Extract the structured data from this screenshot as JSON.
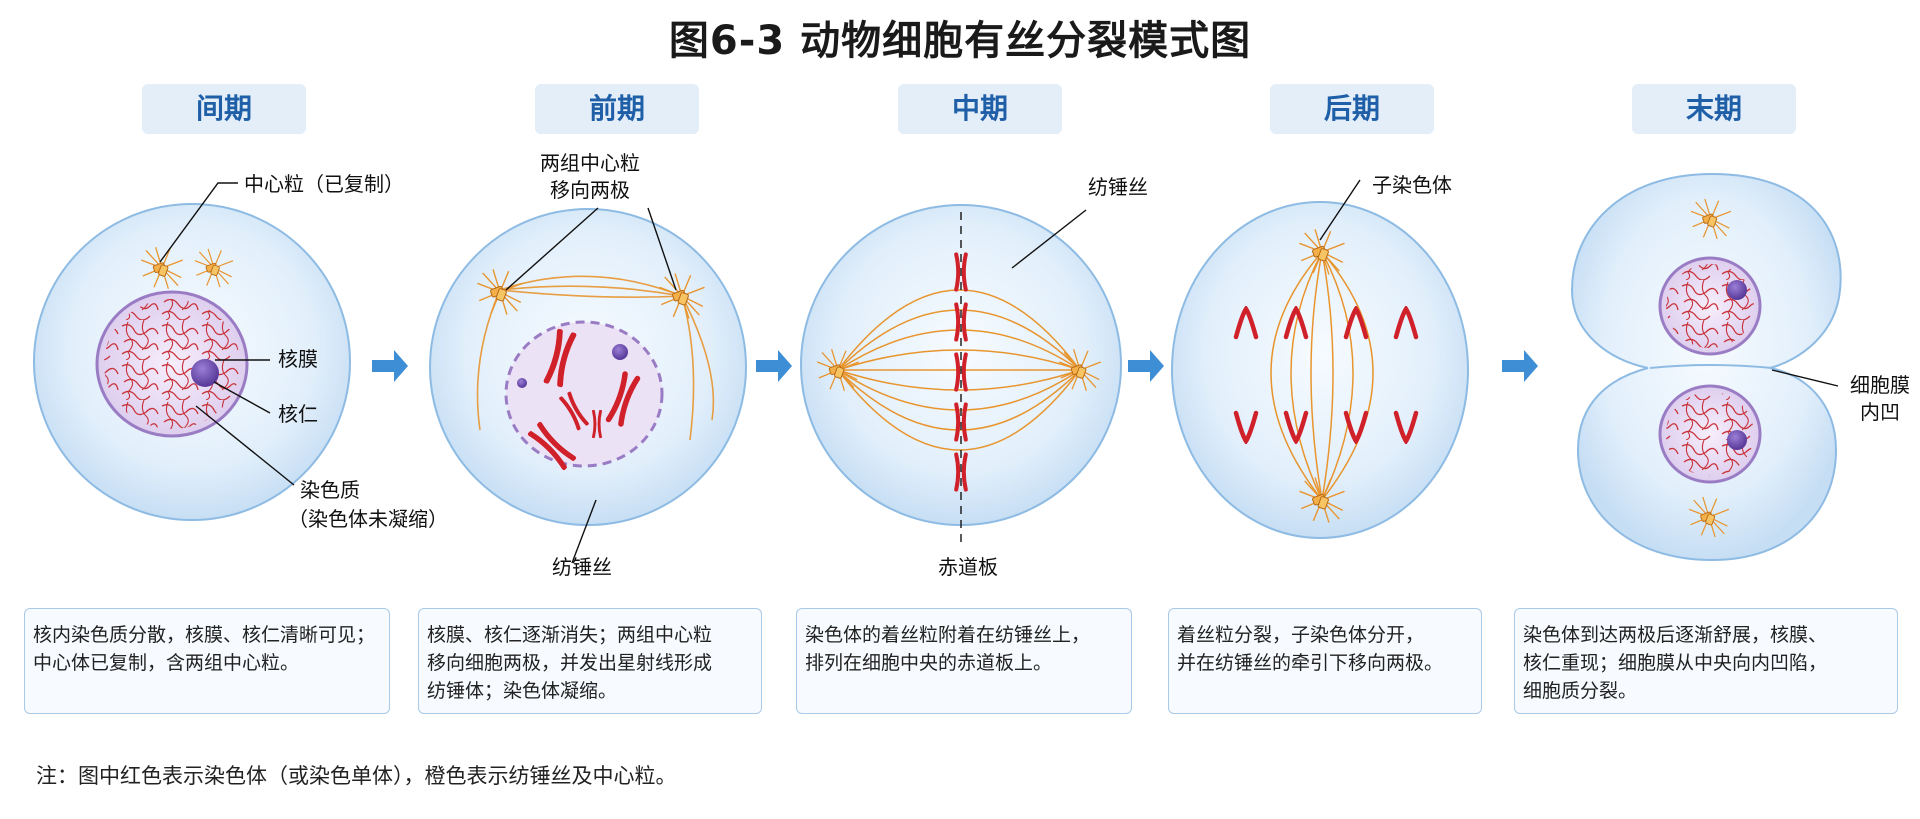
{
  "title": "图6-3  动物细胞有丝分裂模式图",
  "phases": [
    {
      "label": "间期",
      "desc": "核内染色质分散，核膜、核仁清晰可见；\n中心体已复制，含两组中心粒。"
    },
    {
      "label": "前期",
      "desc": "核膜、核仁逐渐消失；两组中心粒\n移向细胞两极，并发出星射线形成\n纺锤体；染色体凝缩。"
    },
    {
      "label": "中期",
      "desc": "染色体的着丝粒附着在纺锤丝上，\n排列在细胞中央的赤道板上。"
    },
    {
      "label": "后期",
      "desc": "着丝粒分裂，子染色体分开，\n并在纺锤丝的牵引下移向两极。"
    },
    {
      "label": "末期",
      "desc": "染色体到达两极后逐渐舒展，核膜、\n核仁重现；细胞膜从中央向内凹陷，\n细胞质分裂。"
    }
  ],
  "annotations": {
    "centriole_replicated": "中心粒（已复制）",
    "nuclear_membrane": "核膜",
    "nucleolus": "核仁",
    "chromatin_1": "染色质",
    "chromatin_2": "（染色体未凝缩）",
    "centrioles_move_1": "两组中心粒",
    "centrioles_move_2": "移向两极",
    "spindle_prophase": "纺锤丝",
    "spindle_metaphase": "纺锤丝",
    "equatorial_plate": "赤道板",
    "daughter_chromosome": "子染色体",
    "membrane_infold_1": "细胞膜",
    "membrane_infold_2": "内凹"
  },
  "note": "注：图中红色表示染色体（或染色单体），橙色表示纺锤丝及中心粒。",
  "colors": {
    "chromosome": "#d0202a",
    "spindle": "#e8952e",
    "membrane": "#7fb0dd",
    "nucleus": "#9a7cc4",
    "arrow": "#3d8ed4",
    "label_bg": "#e3eef9"
  }
}
